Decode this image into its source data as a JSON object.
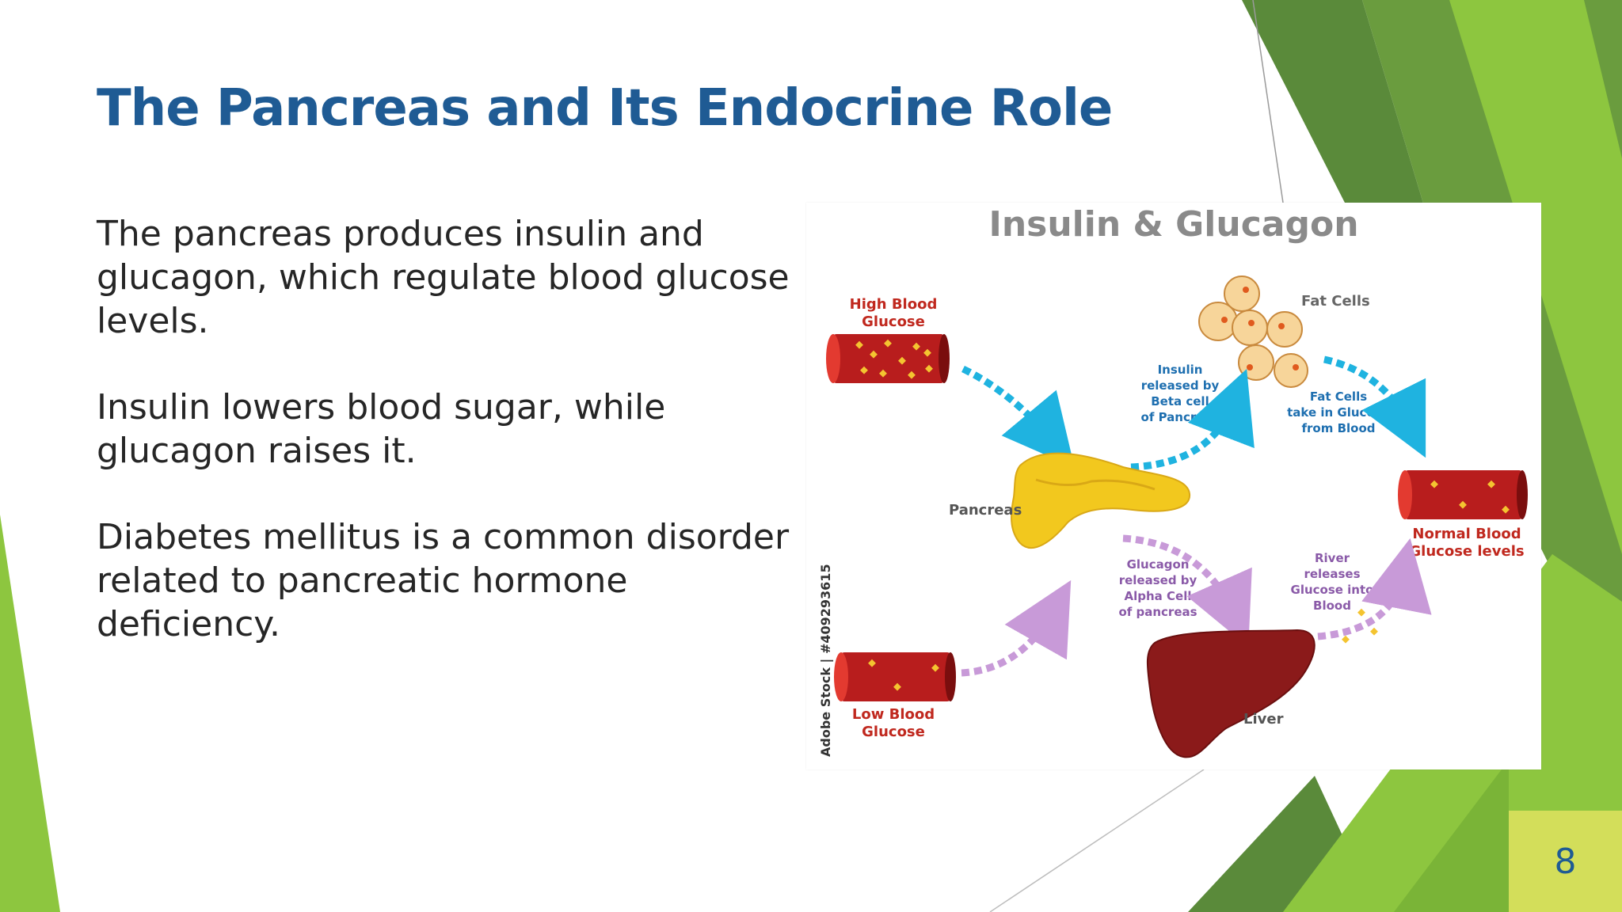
{
  "slide": {
    "title": "The Pancreas and Its Endocrine Role",
    "paragraphs": [
      "The pancreas produces insulin and glucagon, which regulate blood glucose levels.",
      "Insulin lowers blood sugar, while glucagon raises it.",
      "Diabetes mellitus is a common disorder related to pancreatic hormone deficiency."
    ],
    "page_number": "8"
  },
  "figure": {
    "title": "Insulin & Glucagon",
    "watermark": "Adobe Stock | #409293615",
    "labels": {
      "high_glucose": [
        "High Blood",
        "Glucose"
      ],
      "fat_cells": "Fat Cells",
      "insulin_released": [
        "Insulin",
        "released by",
        "Beta cell",
        "of Pancreas"
      ],
      "fat_take": [
        "Fat Cells",
        "take in Glucose",
        "from Blood"
      ],
      "pancreas": "Pancreas",
      "normal_glucose": [
        "Normal Blood",
        "Glucose levels"
      ],
      "glucagon_released": [
        "Glucagon",
        "released by",
        "Alpha Cell",
        "of pancreas"
      ],
      "river_releases": [
        "River",
        "releases",
        "Glucose into",
        "Blood"
      ],
      "low_glucose": [
        "Low Blood",
        "Glucose"
      ],
      "liver": "Liver"
    }
  },
  "colors": {
    "title": "#1f5b94",
    "body_text": "#262626",
    "green_dark": "#5a8a3a",
    "green_light": "#8dc63f",
    "page_number_bg": "#d3de5a",
    "red_label": "#c0281e",
    "blue_label": "#1e6fb0",
    "purple_label": "#8a5aa8",
    "insulin_arrow": "#1fb3e0",
    "glucagon_arrow": "#c89ad8",
    "pancreas": "#f2c81e",
    "liver": "#8b1a1a"
  }
}
